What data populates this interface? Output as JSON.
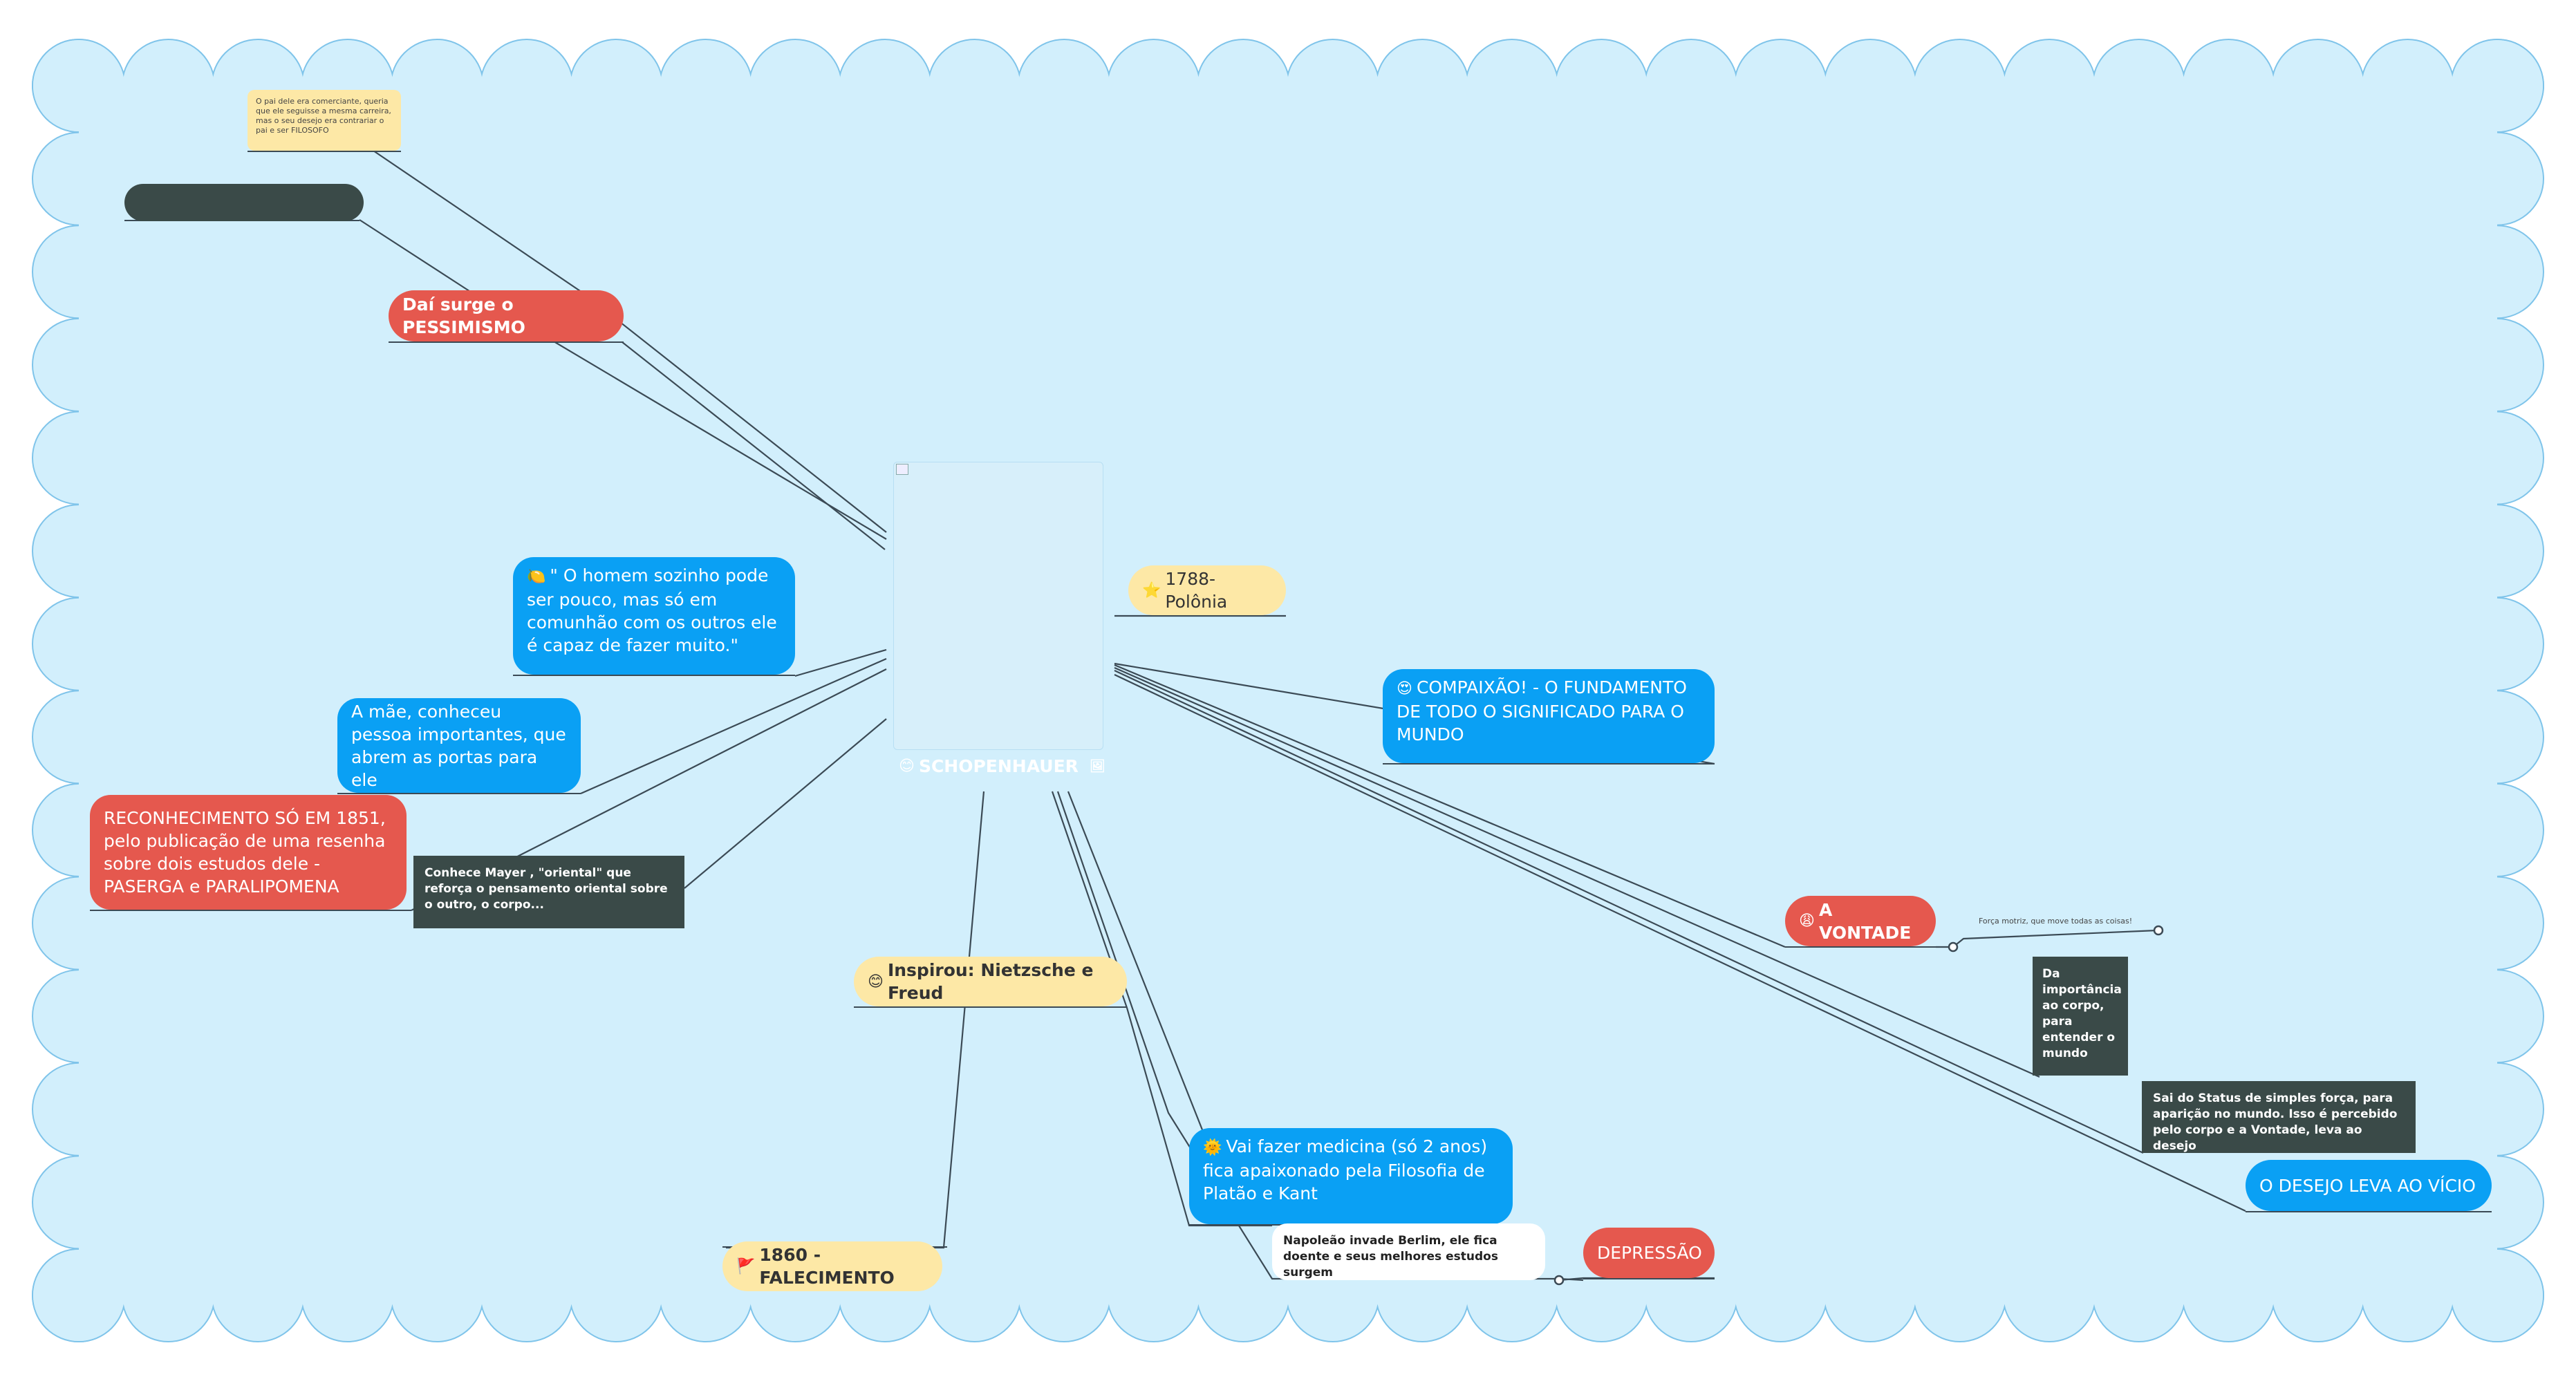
{
  "colors": {
    "background": "#d2effc",
    "cloud_border": "#7fc4ea",
    "red": "#e5584e",
    "blue": "#0aa0f4",
    "yellow": "#fde8a6",
    "dark": "#3a4a48",
    "wire": "#3b4a55"
  },
  "center": {
    "label": "SCHOPENHAUER",
    "icon": "smile-emoji-icon",
    "extra_icon": "image-icon"
  },
  "nodes": {
    "pessimismo": "Daí surge o PESSIMISMO",
    "pai_note": "O pai dele era comerciante, queria que ele seguisse a mesma carreira, mas o seu desejo era contrariar o pai e ser FILOSOFO",
    "dark_blank": "",
    "quote": "\" O homem sozinho pode ser pouco, mas só em comunhão com os outros ele é capaz de fazer muito.\"",
    "mae": "A mãe, conheceu pessoa importantes, que abrem as portas para ele",
    "reconhecimento": "RECONHECIMENTO SÓ EM 1851, pelo publicação de uma resenha sobre dois estudos dele - PASERGA e PARALIPOMENA",
    "mayer": "Conhece  Mayer , \"oriental\" que reforça o pensamento oriental sobre o outro, o corpo...",
    "polonia": "1788- Polônia",
    "compaixao": "COMPAIXÃO! - O FUNDAMENTO DE TODO O SIGNIFICADO PARA O MUNDO",
    "vontade": "A VONTADE",
    "forca": "Força motriz, que move todas as coisas!",
    "corpo": "Da importância ao corpo, para entender o mundo",
    "status": "Sai do Status de simples força, para aparição no mundo. Isso é percebido pelo corpo e a Vontade, leva ao desejo",
    "desejo": "O DESEJO LEVA AO VÍCIO",
    "inspirou": "Inspirou: Nietzsche e Freud",
    "medicina": "Vai fazer medicina (só 2 anos) fica apaixonado pela Filosofia de Platão e Kant",
    "napoleao": "Napoleão invade Berlim, ele fica doente e seus melhores estudos surgem",
    "depressao": "DEPRESSÃO",
    "falecimento": "1860 - FALECIMENTO"
  },
  "icons": {
    "quote": "lemon-icon",
    "polonia": "star-icon",
    "compaixao": "heart-eyes-emoji-icon",
    "vontade": "tired-emoji-icon",
    "inspirou": "smile-emoji-icon",
    "medicina": "sun-icon",
    "falecimento": "flag-icon"
  }
}
